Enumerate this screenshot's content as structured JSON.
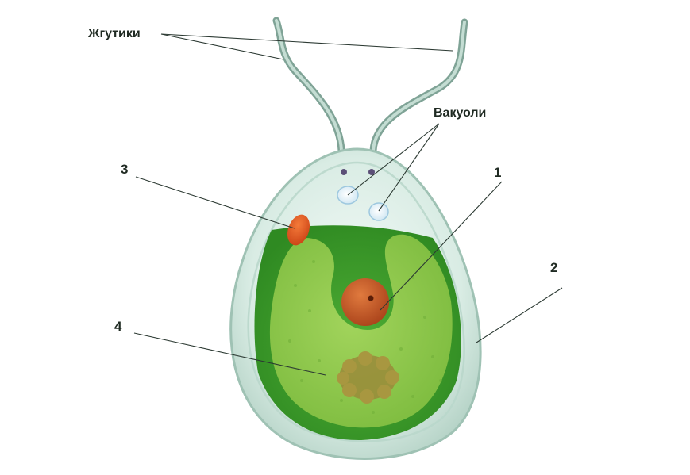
{
  "labels": {
    "flagella": "Жгутики",
    "vacuoles": "Вакуоли",
    "n1": "1",
    "n2": "2",
    "n3": "3",
    "n4": "4"
  },
  "colors": {
    "wall": "#cfe6dc",
    "chloroplast": "#3e9a2c",
    "cytoplasm": "#8cc84a",
    "nucleus": "#c8521e",
    "stigma": "#e2561f",
    "pyrenoid": "#9a8a3a",
    "flagella": "#9fbcb0",
    "leader_lines": "#2c3a33"
  }
}
